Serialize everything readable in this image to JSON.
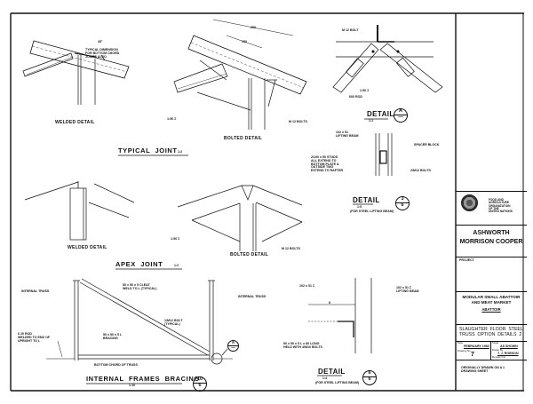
{
  "sheet": {
    "views": {
      "typical_welded": {
        "label": "WELDED DETAIL",
        "note": "TYPICAL DIMENSION\nFOR BOTTOM CHORD\nJOINTS ALSO",
        "angle": "45°"
      },
      "typical_bolted": {
        "label": "BOLTED DETAIL",
        "dim_top": "200",
        "dim_mid": "100",
        "bolts": "M 12 BOLTS",
        "ref": "1:50 Σ"
      },
      "typical_joint_title": "TYPICAL  JOINT",
      "typical_joint_scale": "1:2",
      "apex_welded": {
        "label": "WELDED DETAIL"
      },
      "apex_bolted": {
        "label": "BOLTED DETAIL",
        "bolts": "M 12 BOLTS",
        "ref": "1:50 Σ"
      },
      "apex_joint_title": "APEX  JOINT",
      "apex_joint_scale": "1:2",
      "detail_a": {
        "title": "DETAIL",
        "scale": "1:1",
        "bubble_top": "A",
        "bubble_bottom": "—",
        "bolt": "M 12 BOLT",
        "ref1": "1:50 Σ",
        "ref2": "600 ROD"
      },
      "detail_3": {
        "title": "DETAIL",
        "scale": "1:5",
        "subtitle": "(FOR STEEL LIFTING BEAM)",
        "bubble_top": "3",
        "bubble_bottom": "6",
        "beam": "102 x 51\nLIFTING BEAM",
        "studs": "2/100 x 50 STUDS\nALL EXTEND TO\nBOTTOM PLATE &\nOUTSIDE TWO\nEXTEND TO RAFTER",
        "spacer": "SPACER BLOCK",
        "bolts": "2/M12 BOLTS"
      },
      "bracing": {
        "title": "INTERNAL  FRAMES  BRACING",
        "scale": "1:10",
        "bubble_top": "10",
        "bubble_bottom": "6",
        "internal_truss_left": "INTERNAL TRUSS",
        "internal_truss_right": "INTERNAL TRUSS",
        "cleat": "50 x 50 x 5 CLEAT\nWELD TO L (TYPICAL)",
        "bolt": "1/M12 BOLT\n(TYPICAL)",
        "bracing": "50 x 50 x 5 L\nBRACING",
        "rod": "6 20 ROD\nWELDED TO END OF\nUPRIGHT TO L",
        "bottom_chord": "BOTTOM CHORD OF TRUSS",
        "ref_bubble_top": "A",
        "ref_bubble_bottom": "—"
      },
      "detail_6": {
        "title": "DETAIL",
        "scale": "1:4",
        "subtitle": "(FOR STEEL LIFTING BEAM)",
        "bubble_top": "6",
        "bubble_bottom": "6",
        "section": "102 x 51 Σ",
        "beam": "102 x 51 Σ\nLIFTING BEAM",
        "angle": "50 x 50 x 5 L x 80 LONG\nHELD WITH 4/M10 BOLTS",
        "dim": "8"
      }
    },
    "title_block": {
      "org": "FOOD AND\nAGRICULTURE\nORGANIZATION\nOF THE\nUNITED NATIONS",
      "firm_line1": "ASHWORTH",
      "firm_line2": "MORRISON  COOPER",
      "project_label": "PROJECT",
      "project_line1": "MODULAR  SMALL  ABATTOIR",
      "project_line2": "AND  MEAT  MARKET",
      "project_line3": "ABATTOIR",
      "drawing_title_line1": "SLAUGHTER  FLOOR  STEEL",
      "drawing_title_line2": "TRUSS  OPTION  DETAILS  2",
      "date_label": "Date",
      "date": "FEBRUARY 1983",
      "scale_label": "Scale",
      "scale": "AS SHOWN",
      "drawing_no_label": "Drawing No",
      "drawing_no": "7",
      "drawn_by_label": "Drawn By",
      "drawn_by": "T. J. ROBSON",
      "revision_label": "Revision No",
      "note": "ORIGINALLY DRAWN ON A 1\nDRAWING SHEET"
    }
  }
}
